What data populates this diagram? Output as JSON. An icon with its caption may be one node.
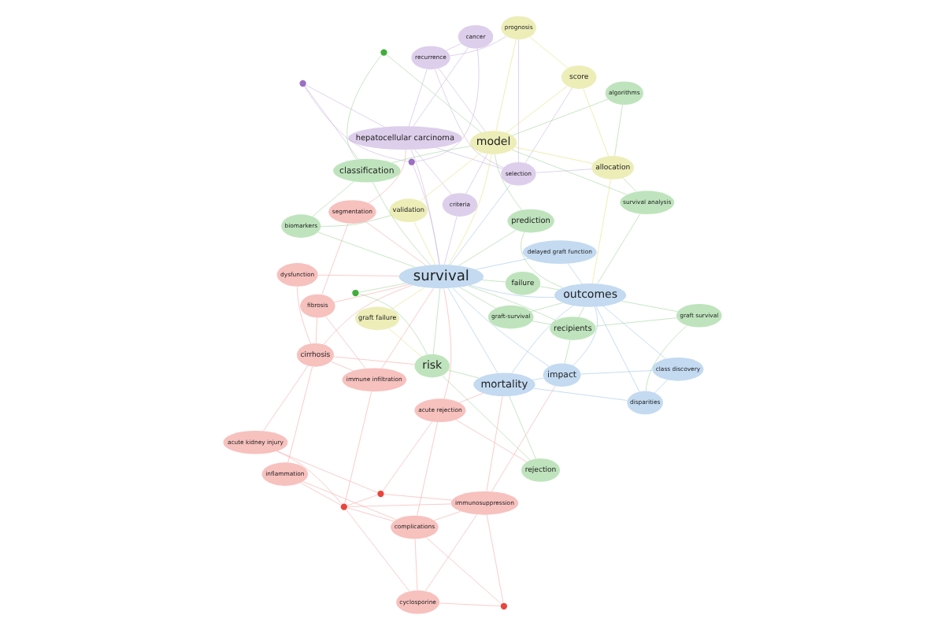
{
  "diagram": {
    "nodes": [
      {
        "text": [
          "immune infiltration"
        ]
      },
      {
        "text": [
          "segmentation"
        ]
      },
      {
        "text": [
          "cancer"
        ]
      },
      {
        "text": [],
        "shape": "circle"
      },
      {
        "text": [
          "inflammation"
        ]
      },
      {
        "text": [
          "fibrosis"
        ]
      },
      {
        "text": [
          "dysfunction"
        ]
      },
      {
        "text": [],
        "shape": "circle"
      },
      {
        "text": [
          "hepatocellular carcinoma"
        ]
      },
      {
        "text": [],
        "shape": "circle"
      },
      {
        "text": [
          "acute kidney injury"
        ]
      },
      {
        "text": [
          "cirrhosis"
        ]
      },
      {
        "text": [
          "biomarkers"
        ]
      },
      {
        "text": [
          "recurrence"
        ]
      },
      {
        "text": [
          "complications"
        ]
      },
      {
        "text": [],
        "shape": "circle"
      },
      {
        "text": [
          "graft failure"
        ]
      },
      {
        "text": [
          "validation"
        ]
      },
      {
        "text": [],
        "shape": "circle"
      },
      {
        "text": [],
        "shape": "circle"
      },
      {
        "text": [
          "acute rejection"
        ]
      },
      {
        "text": [
          "rejection"
        ]
      },
      {
        "text": [
          "classification"
        ]
      },
      {
        "text": [
          "prognosis"
        ]
      },
      {
        "text": [
          "cyclosporine"
        ]
      },
      {
        "text": [
          "risk"
        ]
      },
      {
        "text": [
          "survival"
        ]
      },
      {
        "text": [
          "criteria"
        ]
      },
      {
        "text": [
          "mortality"
        ]
      },
      {
        "text": [
          "model"
        ]
      },
      {
        "text": [
          "prediction"
        ]
      },
      {
        "text": [],
        "shape": "circle"
      },
      {
        "text": [
          "immunosuppression"
        ]
      },
      {
        "text": [
          "selection"
        ]
      },
      {
        "text": [
          "impact"
        ]
      },
      {
        "text": [
          "delayed graft function"
        ]
      },
      {
        "text": [
          "recipients"
        ]
      },
      {
        "text": [
          "failure"
        ]
      },
      {
        "text": [
          "algorithms"
        ]
      },
      {
        "text": [
          "score"
        ]
      },
      {
        "text": [
          "outcomes"
        ]
      },
      {
        "text": [
          "class discovery"
        ]
      },
      {
        "text": [
          "allocation"
        ]
      },
      {
        "text": [
          "disparities"
        ]
      },
      {
        "text": [
          "graft survival"
        ]
      },
      {
        "text": [
          "graft-survival"
        ]
      },
      {
        "text": [
          "survival analysis"
        ]
      }
    ],
    "edges": [
      {
        "from": 0,
        "to": 11,
        "arrow": "none",
        "color": "#f4a6a3"
      },
      {
        "from": 0,
        "to": 5,
        "arrow": "none",
        "color": "#f4a6a3"
      },
      {
        "from": 0,
        "to": 9,
        "arrow": "none",
        "color": "#f4a6a3"
      },
      {
        "from": 0,
        "to": 26,
        "arrow": "none",
        "color": "#f4a6a3"
      },
      {
        "from": 1,
        "to": 5,
        "arrow": "none",
        "color": "#f4a6a3"
      },
      {
        "from": 1,
        "to": 26,
        "arrow": "none",
        "color": "#f4a6a3"
      },
      {
        "from": 1,
        "to": 8,
        "arrow": "none",
        "color": "#f4a6a3"
      },
      {
        "from": 4,
        "to": 9,
        "arrow": "none",
        "color": "#f4a6a3"
      },
      {
        "from": 4,
        "to": 11,
        "arrow": "none",
        "color": "#f4a6a3"
      },
      {
        "from": 4,
        "to": 14,
        "arrow": "none",
        "color": "#f4a6a3"
      },
      {
        "from": 5,
        "to": 11,
        "arrow": "none",
        "color": "#f4a6a3"
      },
      {
        "from": 5,
        "to": 26,
        "arrow": "none",
        "color": "#f4a6a3"
      },
      {
        "from": 6,
        "to": 11,
        "arrow": "none",
        "color": "#f4a6a3"
      },
      {
        "from": 6,
        "to": 26,
        "arrow": "none",
        "color": "#f4a6a3"
      },
      {
        "from": 9,
        "to": 14,
        "arrow": "none",
        "color": "#f4a6a3"
      },
      {
        "from": 9,
        "to": 15,
        "arrow": "none",
        "color": "#f4a6a3"
      },
      {
        "from": 9,
        "to": 10,
        "arrow": "none",
        "color": "#f4a6a3"
      },
      {
        "from": 9,
        "to": 24,
        "arrow": "none",
        "color": "#f4a6a3"
      },
      {
        "from": 9,
        "to": 32,
        "arrow": "none",
        "color": "#f4a6a3"
      },
      {
        "from": 10,
        "to": 11,
        "arrow": "none",
        "color": "#f4a6a3"
      },
      {
        "from": 10,
        "to": 15,
        "arrow": "none",
        "color": "#f4a6a3"
      },
      {
        "from": 11,
        "to": 26,
        "arrow": "none",
        "color": "#f4a6a3"
      },
      {
        "from": 11,
        "to": 25,
        "arrow": "none",
        "color": "#f4a6a3"
      },
      {
        "from": 14,
        "to": 24,
        "arrow": "none",
        "color": "#f4a6a3"
      },
      {
        "from": 14,
        "to": 32,
        "arrow": "none",
        "color": "#f4a6a3"
      },
      {
        "from": 14,
        "to": 20,
        "arrow": "none",
        "color": "#f4a6a3"
      },
      {
        "from": 15,
        "to": 32,
        "arrow": "none",
        "color": "#f4a6a3"
      },
      {
        "from": 15,
        "to": 20,
        "arrow": "none",
        "color": "#f4a6a3"
      },
      {
        "from": 20,
        "to": 21,
        "arrow": "none",
        "color": "#f4a6a3"
      },
      {
        "from": 20,
        "to": 26,
        "arrow": "none",
        "color": "#f4a6a3"
      },
      {
        "from": 20,
        "to": 28,
        "arrow": "none",
        "color": "#f4a6a3"
      },
      {
        "from": 24,
        "to": 31,
        "arrow": "none",
        "color": "#f4a6a3"
      },
      {
        "from": 24,
        "to": 32,
        "arrow": "none",
        "color": "#f4a6a3"
      },
      {
        "from": 31,
        "to": 32,
        "arrow": "none",
        "color": "#f4a6a3"
      },
      {
        "from": 31,
        "to": 14,
        "arrow": "none",
        "color": "#f4a6a3"
      },
      {
        "from": 32,
        "to": 34,
        "arrow": "none",
        "color": "#f4a6a3"
      },
      {
        "from": 32,
        "to": 28,
        "arrow": "none",
        "color": "#f4a6a3"
      },
      {
        "from": 2,
        "to": 8,
        "arrow": "none",
        "color": "#c9b1dd"
      },
      {
        "from": 2,
        "to": 3,
        "arrow": "none",
        "color": "#c9b1dd"
      },
      {
        "from": 3,
        "to": 7,
        "arrow": "none",
        "color": "#c9b1dd"
      },
      {
        "from": 3,
        "to": 26,
        "arrow": "none",
        "color": "#c9b1dd"
      },
      {
        "from": 7,
        "to": 8,
        "arrow": "none",
        "color": "#c9b1dd"
      },
      {
        "from": 7,
        "to": 22,
        "arrow": "none",
        "color": "#c9b1dd"
      },
      {
        "from": 8,
        "to": 13,
        "arrow": "none",
        "color": "#c9b1dd"
      },
      {
        "from": 8,
        "to": 27,
        "arrow": "none",
        "color": "#c9b1dd"
      },
      {
        "from": 8,
        "to": 33,
        "arrow": "none",
        "color": "#c9b1dd"
      },
      {
        "from": 8,
        "to": 26,
        "arrow": "none",
        "color": "#c9b1dd"
      },
      {
        "from": 13,
        "to": 29,
        "arrow": "none",
        "color": "#c9b1dd"
      },
      {
        "from": 13,
        "to": 33,
        "arrow": "none",
        "color": "#c9b1dd"
      },
      {
        "from": 13,
        "to": 23,
        "arrow": "none",
        "color": "#c9b1dd"
      },
      {
        "from": 2,
        "to": 13,
        "arrow": "none",
        "color": "#c9b1dd"
      },
      {
        "from": 27,
        "to": 29,
        "arrow": "none",
        "color": "#c9b1dd"
      },
      {
        "from": 27,
        "to": 26,
        "arrow": "none",
        "color": "#c9b1dd"
      },
      {
        "from": 33,
        "to": 39,
        "arrow": "none",
        "color": "#c9b1dd"
      },
      {
        "from": 33,
        "to": 23,
        "arrow": "none",
        "color": "#c9b1dd"
      },
      {
        "from": 33,
        "to": 42,
        "arrow": "none",
        "color": "#c9b1dd"
      },
      {
        "from": 12,
        "to": 26,
        "arrow": "none"
      },
      {
        "from": 12,
        "to": 22,
        "arrow": "none"
      },
      {
        "from": 12,
        "to": 17,
        "arrow": "none"
      },
      {
        "from": 18,
        "to": 26,
        "arrow": "none"
      },
      {
        "from": 18,
        "to": 25,
        "arrow": "none"
      },
      {
        "from": 19,
        "to": 22,
        "arrow": "none"
      },
      {
        "from": 19,
        "to": 29,
        "arrow": "none"
      },
      {
        "from": 21,
        "to": 25,
        "arrow": "none"
      },
      {
        "from": 21,
        "to": 28,
        "arrow": "none"
      },
      {
        "from": 22,
        "to": 26,
        "arrow": "none"
      },
      {
        "from": 22,
        "to": 29,
        "arrow": "none"
      },
      {
        "from": 25,
        "to": 26,
        "arrow": "none"
      },
      {
        "from": 25,
        "to": 28,
        "arrow": "none"
      },
      {
        "from": 30,
        "to": 26,
        "arrow": "none"
      },
      {
        "from": 30,
        "to": 29,
        "arrow": "none"
      },
      {
        "from": 30,
        "to": 40,
        "arrow": "none"
      },
      {
        "from": 36,
        "to": 40,
        "arrow": "none"
      },
      {
        "from": 36,
        "to": 34,
        "arrow": "none"
      },
      {
        "from": 36,
        "to": 26,
        "arrow": "none"
      },
      {
        "from": 37,
        "to": 40,
        "arrow": "none"
      },
      {
        "from": 37,
        "to": 26,
        "arrow": "none"
      },
      {
        "from": 38,
        "to": 42,
        "arrow": "none"
      },
      {
        "from": 38,
        "to": 29,
        "arrow": "none"
      },
      {
        "from": 44,
        "to": 40,
        "arrow": "none"
      },
      {
        "from": 44,
        "to": 43,
        "arrow": "none"
      },
      {
        "from": 45,
        "to": 40,
        "arrow": "none"
      },
      {
        "from": 45,
        "to": 26,
        "arrow": "none"
      },
      {
        "from": 46,
        "to": 42,
        "arrow": "none"
      },
      {
        "from": 46,
        "to": 40,
        "arrow": "none"
      },
      {
        "from": 46,
        "to": 29,
        "arrow": "none"
      },
      {
        "from": 45,
        "to": 36,
        "arrow": "none"
      },
      {
        "from": 44,
        "to": 36,
        "arrow": "none"
      },
      {
        "from": 16,
        "to": 26,
        "arrow": "none",
        "color": "#e3e07a"
      },
      {
        "from": 16,
        "to": 25,
        "arrow": "none",
        "color": "#e3e07a"
      },
      {
        "from": 17,
        "to": 26,
        "arrow": "none",
        "color": "#e3e07a"
      },
      {
        "from": 17,
        "to": 29,
        "arrow": "none",
        "color": "#e3e07a"
      },
      {
        "from": 23,
        "to": 29,
        "arrow": "none",
        "color": "#e3e07a"
      },
      {
        "from": 23,
        "to": 39,
        "arrow": "none",
        "color": "#e3e07a"
      },
      {
        "from": 29,
        "to": 39,
        "arrow": "none",
        "color": "#e3e07a"
      },
      {
        "from": 29,
        "to": 42,
        "arrow": "none",
        "color": "#e3e07a"
      },
      {
        "from": 39,
        "to": 42,
        "arrow": "none",
        "color": "#e3e07a"
      },
      {
        "from": 29,
        "to": 26,
        "arrow": "none",
        "color": "#e3e07a"
      },
      {
        "from": 42,
        "to": 40,
        "arrow": "none",
        "color": "#e3e07a"
      },
      {
        "from": 26,
        "to": 40,
        "arrow": "none",
        "color": "#9cc3e8"
      },
      {
        "from": 26,
        "to": 28,
        "arrow": "none",
        "color": "#9cc3e8"
      },
      {
        "from": 26,
        "to": 34,
        "arrow": "none",
        "color": "#9cc3e8"
      },
      {
        "from": 28,
        "to": 34,
        "arrow": "none",
        "color": "#9cc3e8"
      },
      {
        "from": 28,
        "to": 40,
        "arrow": "none",
        "color": "#9cc3e8"
      },
      {
        "from": 34,
        "to": 40,
        "arrow": "none",
        "color": "#9cc3e8"
      },
      {
        "from": 35,
        "to": 26,
        "arrow": "none",
        "color": "#9cc3e8"
      },
      {
        "from": 35,
        "to": 40,
        "arrow": "none",
        "color": "#9cc3e8"
      },
      {
        "from": 41,
        "to": 40,
        "arrow": "none",
        "color": "#9cc3e8"
      },
      {
        "from": 41,
        "to": 43,
        "arrow": "none",
        "color": "#9cc3e8"
      },
      {
        "from": 41,
        "to": 34,
        "arrow": "none",
        "color": "#9cc3e8"
      },
      {
        "from": 43,
        "to": 40,
        "arrow": "none",
        "color": "#9cc3e8"
      },
      {
        "from": 43,
        "to": 28,
        "arrow": "none",
        "color": "#9cc3e8"
      },
      {
        "from": 26,
        "to": 33,
        "arrow": "none",
        "color": "#9cc3e8"
      }
    ]
  }
}
